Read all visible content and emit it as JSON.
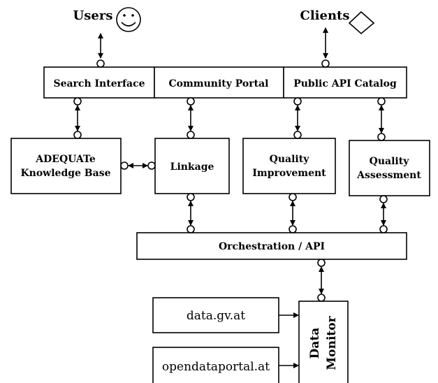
{
  "actors": {
    "users": "Users",
    "clients": "Clients"
  },
  "interfaces": {
    "search": "Search Interface",
    "community": "Community Portal",
    "public_api": "Public API Catalog"
  },
  "components": {
    "kb_line1": "ADEQUATe",
    "kb_line2": "Knowledge Base",
    "linkage": "Linkage",
    "qi_line1": "Quality",
    "qi_line2": "Improvement",
    "qa_line1": "Quality",
    "qa_line2": "Assessment"
  },
  "orchestration": "Orchestration / API",
  "sources": {
    "source1": "data.gv.at",
    "source2": "opendataportal.at"
  },
  "data_monitor": {
    "line1": "Data",
    "line2": "Monitor"
  }
}
